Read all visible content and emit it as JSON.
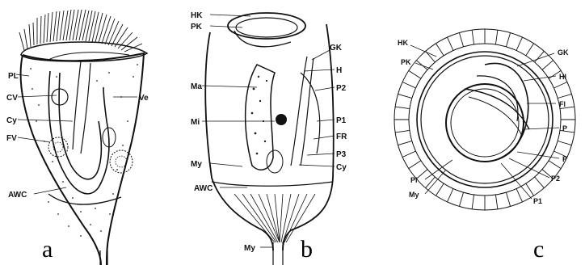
{
  "figure": {
    "panels": [
      {
        "id": "a",
        "letter": "a",
        "labels": [
          "PL",
          "CV",
          "Cy",
          "FV",
          "AWC",
          "Ve"
        ]
      },
      {
        "id": "b",
        "letter": "b",
        "labels": [
          "HK",
          "PK",
          "GK",
          "H",
          "P2",
          "Ma",
          "Mi",
          "P1",
          "FR",
          "P3",
          "Cy",
          "My",
          "AWC",
          "My"
        ]
      },
      {
        "id": "c",
        "letter": "c",
        "labels": [
          "HK",
          "PK",
          "GK",
          "HI",
          "Fl",
          "P",
          "P",
          "P2",
          "P1",
          "Pl",
          "My"
        ]
      }
    ]
  }
}
